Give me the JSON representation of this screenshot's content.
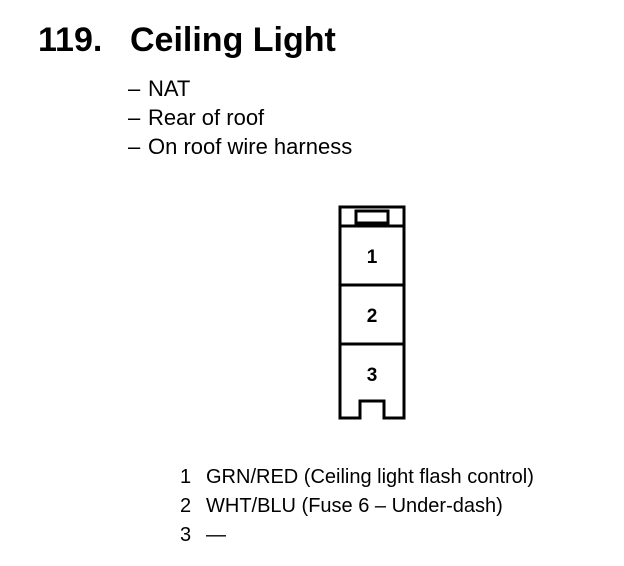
{
  "header": {
    "number": "119.",
    "title": "Ceiling Light"
  },
  "notes": [
    {
      "dash": "–",
      "text": "NAT"
    },
    {
      "dash": "–",
      "text": "Rear of roof"
    },
    {
      "dash": "–",
      "text": "On roof wire harness"
    }
  ],
  "connector": {
    "cavities": [
      "1",
      "2",
      "3"
    ]
  },
  "pins": [
    {
      "number": "1",
      "description": "GRN/RED (Ceiling light flash control)"
    },
    {
      "number": "2",
      "description": "WHT/BLU (Fuse 6 – Under-dash)"
    },
    {
      "number": "3",
      "description": "—"
    }
  ]
}
